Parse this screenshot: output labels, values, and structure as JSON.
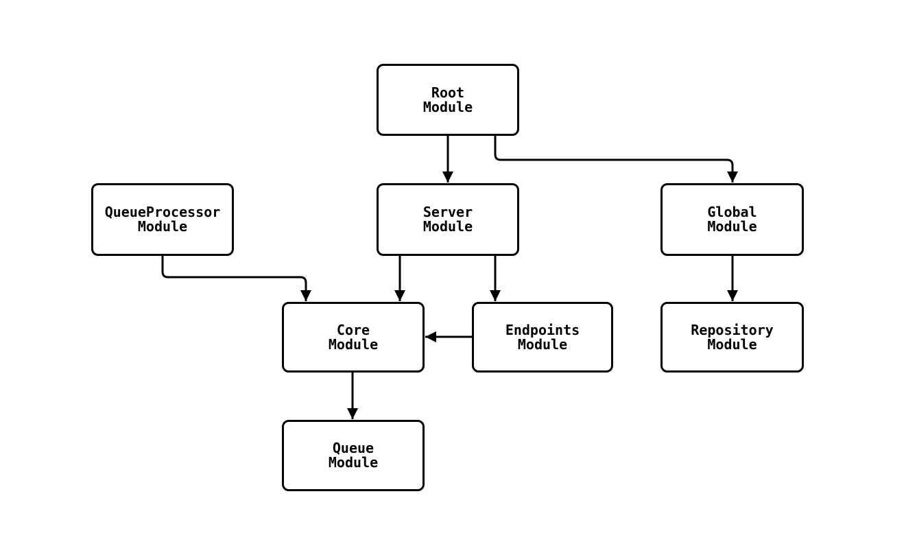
{
  "diagram": {
    "background_color": "#ffffff",
    "stroke_color": "#000000",
    "nodes": {
      "root": {
        "label": "Root\nModule"
      },
      "queueprocessor": {
        "label": "QueueProcessor\nModule"
      },
      "server": {
        "label": "Server\nModule"
      },
      "global": {
        "label": "Global\nModule"
      },
      "core": {
        "label": "Core\nModule"
      },
      "endpoints": {
        "label": "Endpoints\nModule"
      },
      "repository": {
        "label": "Repository\nModule"
      },
      "queue": {
        "label": "Queue\nModule"
      }
    },
    "edges": [
      {
        "from": "Root Module",
        "to": "Server Module",
        "arrow": "down"
      },
      {
        "from": "Root Module",
        "to": "Global Module",
        "arrow": "right-then-down"
      },
      {
        "from": "QueueProcessor Module",
        "to": "Core Module",
        "arrow": "down-right-down"
      },
      {
        "from": "Server Module",
        "to": "Core Module",
        "arrow": "down"
      },
      {
        "from": "Server Module",
        "to": "Endpoints Module",
        "arrow": "down"
      },
      {
        "from": "Endpoints Module",
        "to": "Core Module",
        "arrow": "left"
      },
      {
        "from": "Global Module",
        "to": "Repository Module",
        "arrow": "down"
      },
      {
        "from": "Core Module",
        "to": "Queue Module",
        "arrow": "down"
      }
    ]
  }
}
